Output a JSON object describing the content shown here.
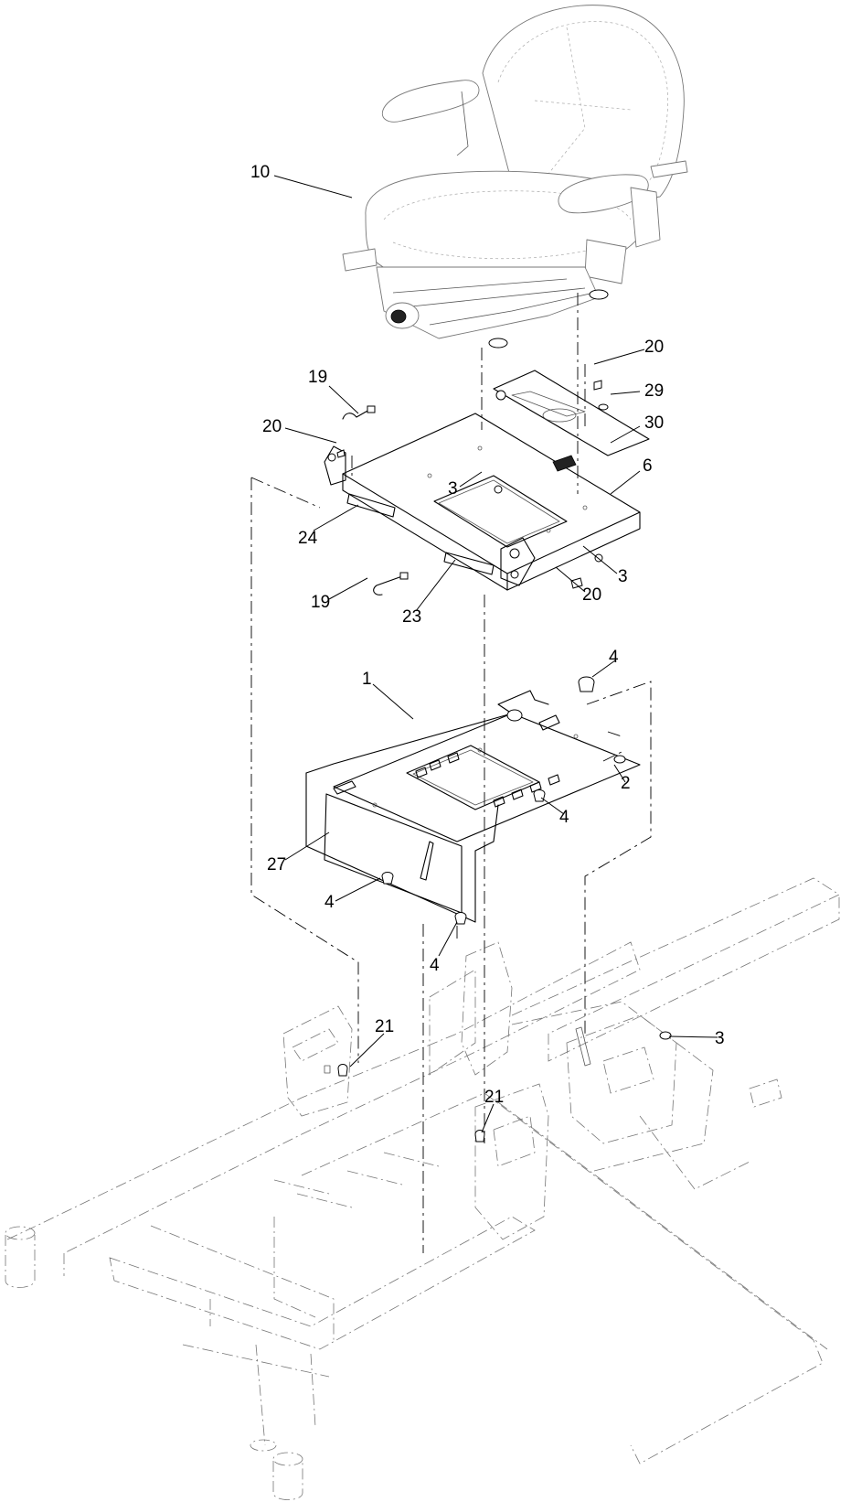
{
  "callouts": [
    {
      "id": "c10",
      "label": "10"
    },
    {
      "id": "c20a",
      "label": "20"
    },
    {
      "id": "c29",
      "label": "29"
    },
    {
      "id": "c30",
      "label": "30"
    },
    {
      "id": "c19a",
      "label": "19"
    },
    {
      "id": "c20b",
      "label": "20"
    },
    {
      "id": "c6",
      "label": "6"
    },
    {
      "id": "c3a",
      "label": "3"
    },
    {
      "id": "c24",
      "label": "24"
    },
    {
      "id": "c3b",
      "label": "3"
    },
    {
      "id": "c20c",
      "label": "20"
    },
    {
      "id": "c19b",
      "label": "19"
    },
    {
      "id": "c23",
      "label": "23"
    },
    {
      "id": "c4a",
      "label": "4"
    },
    {
      "id": "c1",
      "label": "1"
    },
    {
      "id": "c2",
      "label": "2"
    },
    {
      "id": "c4b",
      "label": "4"
    },
    {
      "id": "c27",
      "label": "27"
    },
    {
      "id": "c4c",
      "label": "4"
    },
    {
      "id": "c4d",
      "label": "4"
    },
    {
      "id": "c21a",
      "label": "21"
    },
    {
      "id": "c3c",
      "label": "3"
    },
    {
      "id": "c21b",
      "label": "21"
    }
  ]
}
